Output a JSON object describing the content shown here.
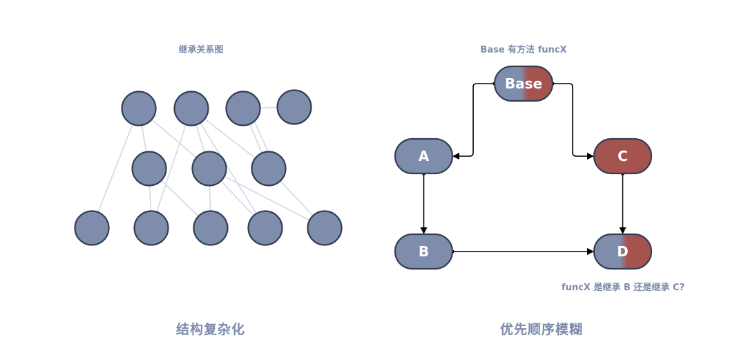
{
  "left_panel": {
    "title": "继承关系图",
    "caption": "结构复杂化",
    "node_color": "#7f8dac",
    "node_stroke": "#333d52",
    "edge_color": "#d3d8e8",
    "nodes": [
      {
        "id": "t1",
        "row": "top"
      },
      {
        "id": "t2",
        "row": "top"
      },
      {
        "id": "t3",
        "row": "top"
      },
      {
        "id": "t4",
        "row": "top"
      },
      {
        "id": "m1",
        "row": "middle"
      },
      {
        "id": "m2",
        "row": "middle"
      },
      {
        "id": "m3",
        "row": "middle"
      },
      {
        "id": "b1",
        "row": "bottom"
      },
      {
        "id": "b2",
        "row": "bottom"
      },
      {
        "id": "b3",
        "row": "bottom"
      },
      {
        "id": "b4",
        "row": "bottom"
      },
      {
        "id": "b5",
        "row": "bottom"
      }
    ],
    "edges": [
      [
        "t1",
        "b1"
      ],
      [
        "t1",
        "m1"
      ],
      [
        "t1",
        "m2"
      ],
      [
        "t2",
        "b2"
      ],
      [
        "t2",
        "m2"
      ],
      [
        "t2",
        "b4"
      ],
      [
        "t2",
        "m3"
      ],
      [
        "t3",
        "t4"
      ],
      [
        "t3",
        "m3"
      ],
      [
        "t3",
        "m3b"
      ],
      [
        "m1",
        "b2"
      ],
      [
        "m1",
        "b3"
      ],
      [
        "m2",
        "b3"
      ],
      [
        "m2",
        "b4"
      ],
      [
        "m2",
        "b5"
      ],
      [
        "m3",
        "b5"
      ]
    ]
  },
  "right_panel": {
    "title": "Base 有方法 funcX",
    "caption": "优先顺序模糊",
    "question": "funcX 是继承 B 还是继承 C?",
    "colors": {
      "blue": "#7f8dac",
      "red": "#a5534f",
      "stroke": "#333d52",
      "arrow": "#000000"
    },
    "nodes": [
      {
        "id": "base",
        "label": "Base",
        "fill": "split"
      },
      {
        "id": "a",
        "label": "A",
        "fill": "blue"
      },
      {
        "id": "c",
        "label": "C",
        "fill": "red"
      },
      {
        "id": "b",
        "label": "B",
        "fill": "blue"
      },
      {
        "id": "d",
        "label": "D",
        "fill": "split"
      }
    ],
    "edges": [
      {
        "from": "base",
        "to": "a"
      },
      {
        "from": "base",
        "to": "c"
      },
      {
        "from": "a",
        "to": "b"
      },
      {
        "from": "c",
        "to": "d"
      },
      {
        "from": "b",
        "to": "d"
      }
    ]
  }
}
